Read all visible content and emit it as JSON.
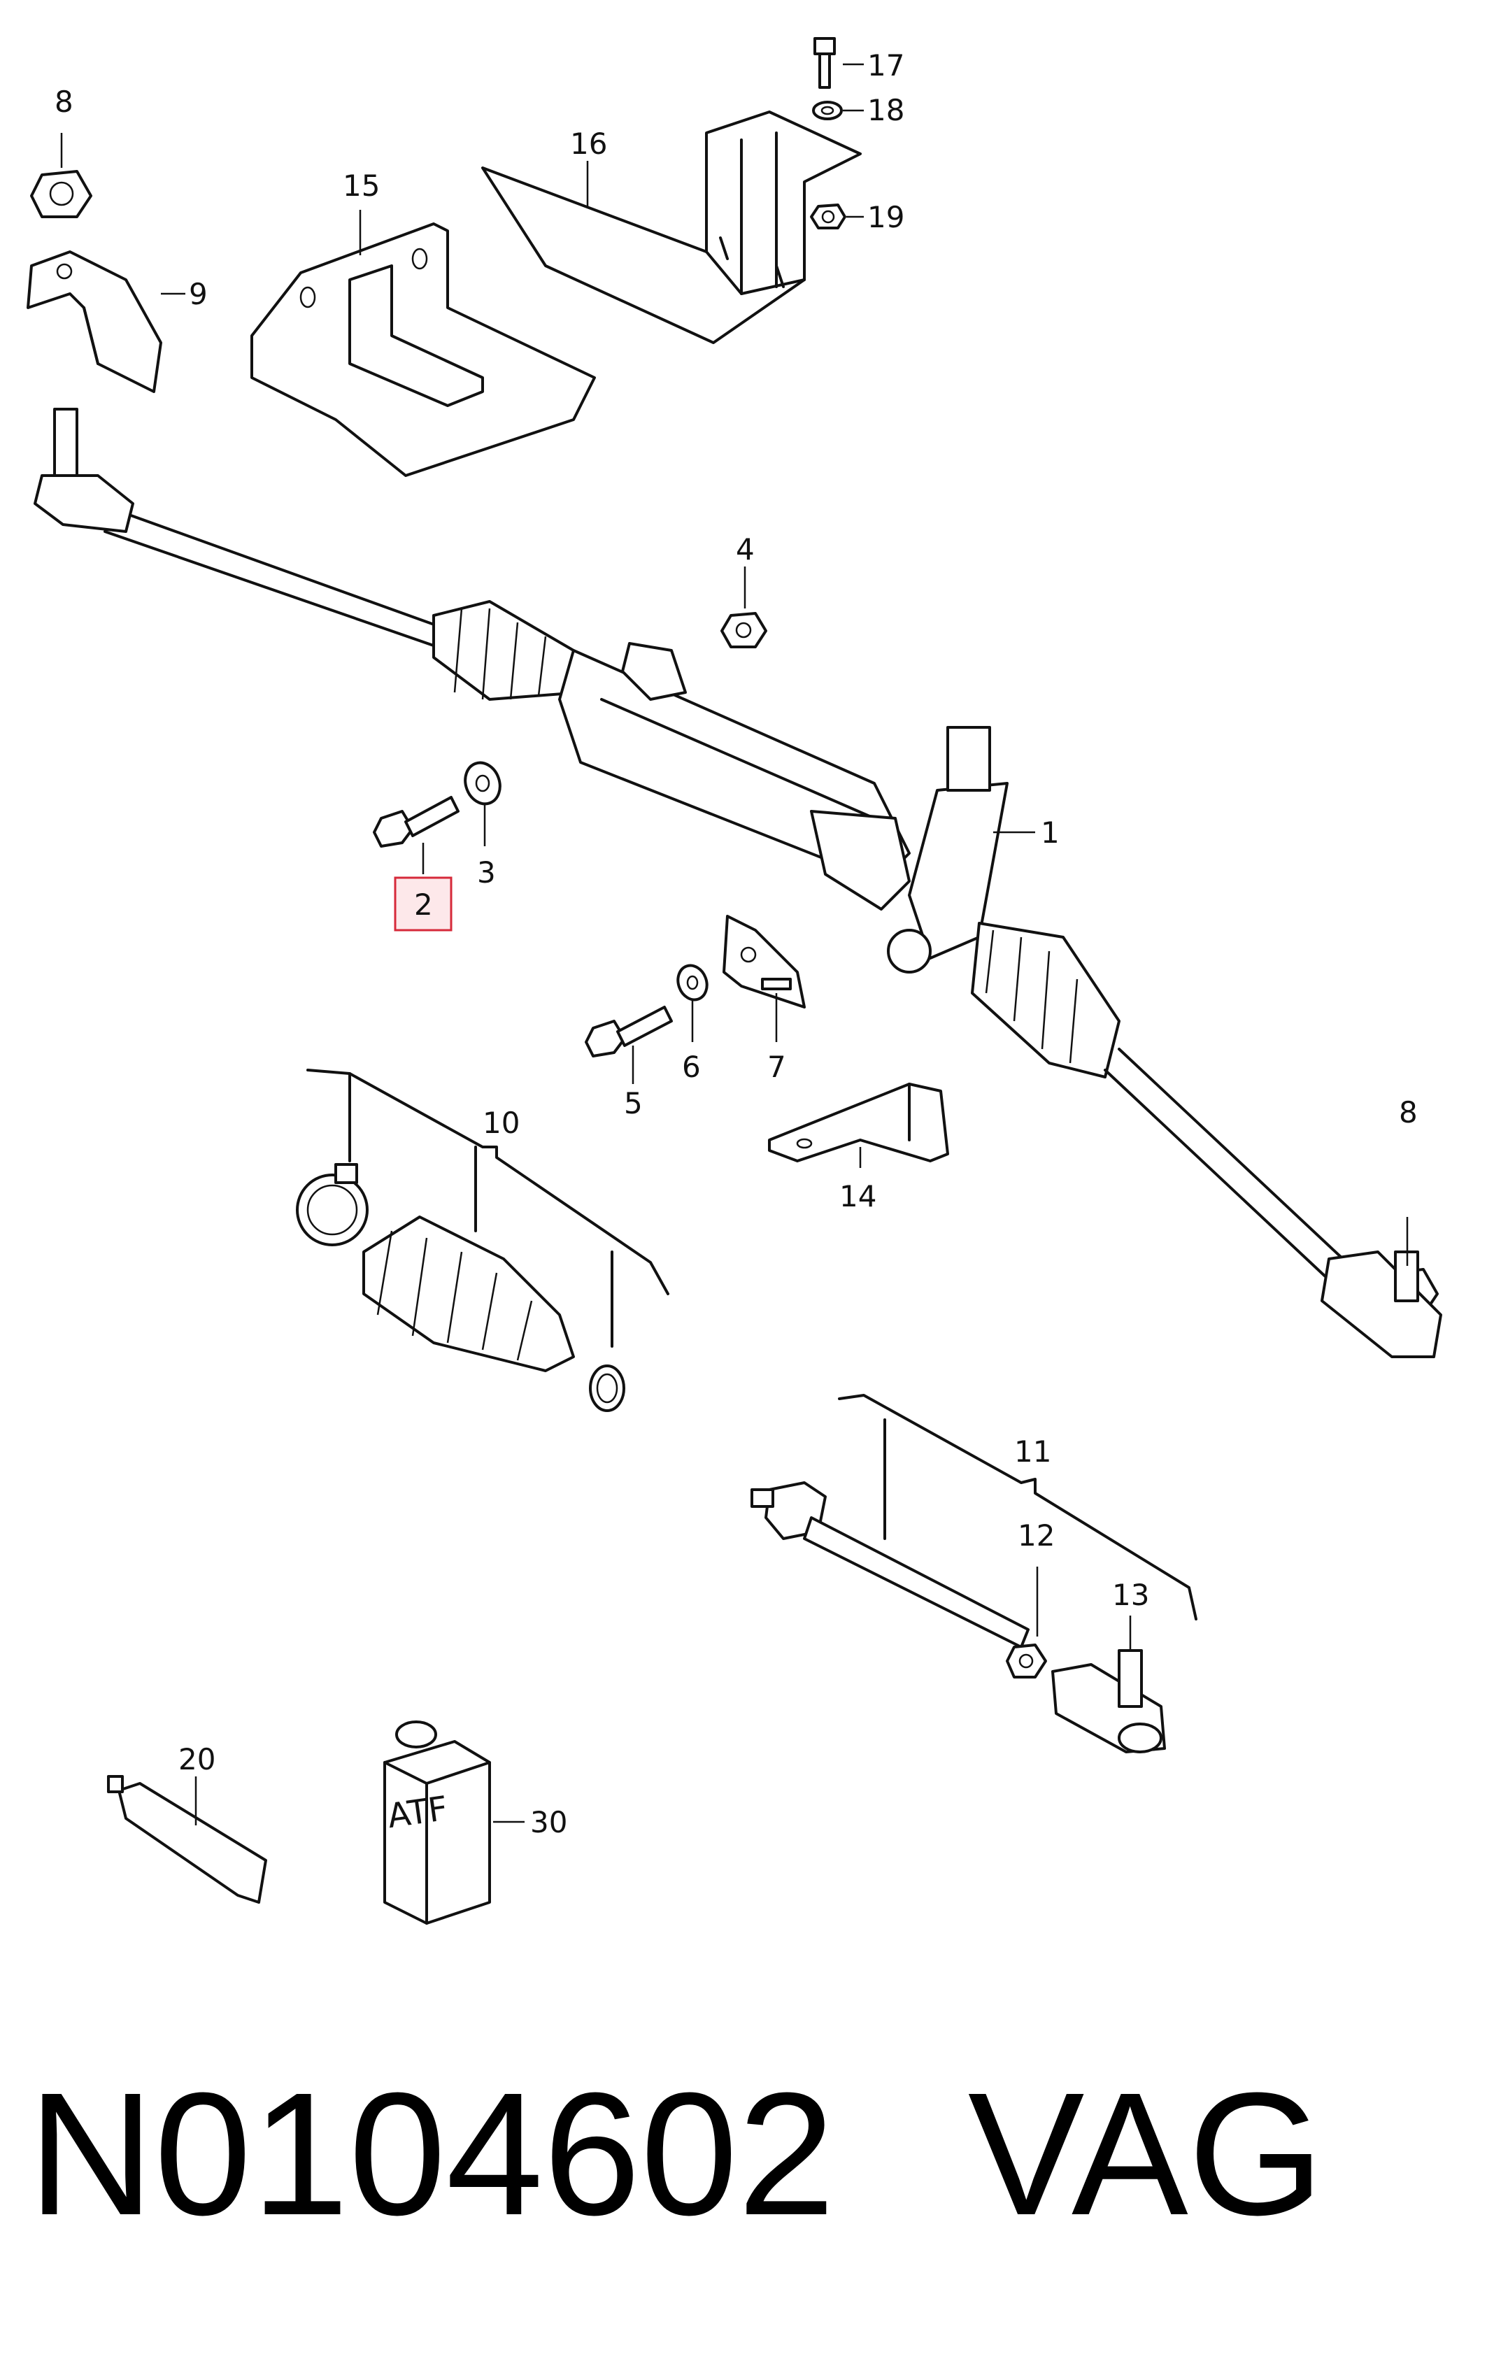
{
  "callouts": {
    "c1": "1",
    "c2": "2",
    "c3": "3",
    "c4": "4",
    "c5": "5",
    "c6": "6",
    "c7": "7",
    "c8a": "8",
    "c8b": "8",
    "c9": "9",
    "c10": "10",
    "c11": "11",
    "c12": "12",
    "c13": "13",
    "c14": "14",
    "c15": "15",
    "c16": "16",
    "c17": "17",
    "c18": "18",
    "c19": "19",
    "c20": "20",
    "c30": "30"
  },
  "highlighted_callout": "2",
  "atf_label": "ATF",
  "footer": {
    "part_number": "N0104602",
    "brand": "VAG"
  },
  "colors": {
    "highlight_fill": "#fde8ea",
    "highlight_stroke": "#d62a3a",
    "line": "#111111"
  }
}
